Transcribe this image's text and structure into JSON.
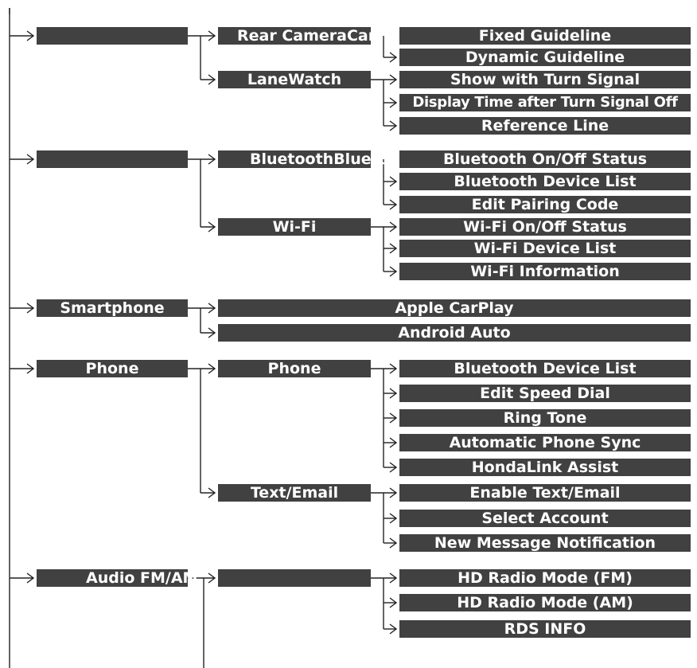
{
  "groups": [
    {
      "key": "camera",
      "level1": {
        "label": ""
      },
      "level2": [
        {
          "label": "Rear CameraCamera",
          "level3": [
            "Fixed Guideline",
            "Dynamic Guideline"
          ]
        },
        {
          "label": "LaneWatch",
          "level3": [
            "Show with Turn Signal",
            "Display Time after Turn Signal Off",
            "Reference Line"
          ]
        }
      ]
    },
    {
      "key": "bluetooth-wifi",
      "level1": {
        "label": ""
      },
      "level2": [
        {
          "label": "BluetoothBluetooth/Wi-Fi",
          "level3": [
            "Bluetooth On/Off Status",
            "Bluetooth Device List",
            "Edit Pairing Code"
          ]
        },
        {
          "label": "Wi-Fi",
          "level3": [
            "Wi-Fi On/Off Status",
            "Wi-Fi Device List",
            "Wi-Fi Information"
          ]
        }
      ]
    },
    {
      "key": "smartphone",
      "level1": {
        "label": "Smartphone"
      },
      "level2wide": [
        "Apple CarPlay",
        "Android Auto"
      ]
    },
    {
      "key": "phone",
      "level1": {
        "label": "Phone"
      },
      "level2": [
        {
          "label": "Phone",
          "level3": [
            "Bluetooth Device List",
            "Edit Speed Dial",
            "Ring Tone",
            "Automatic Phone Sync",
            "HondaLink Assist"
          ]
        },
        {
          "label": "Text/Email",
          "level3": [
            "Enable Text/Email",
            "Select Account",
            "New Message Notification"
          ]
        }
      ]
    },
    {
      "key": "audio",
      "level1": {
        "label": "Audio FM/AM"
      },
      "level2": [
        {
          "label": "",
          "level3": [
            "HD Radio Mode (FM)",
            "HD Radio Mode (AM)",
            "RDS INFO"
          ]
        }
      ]
    }
  ]
}
